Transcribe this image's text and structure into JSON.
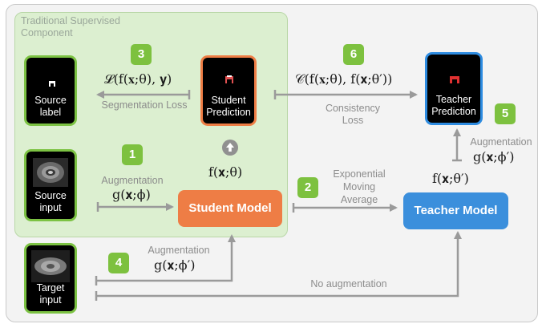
{
  "colors": {
    "green_accent": "#7dc13f",
    "green_region": "#dcefd0",
    "student_orange": "#ee7d45",
    "teacher_blue": "#3b8fdc",
    "arrow_gray": "#9a9a9a"
  },
  "region": {
    "title": "Traditional Supervised Component"
  },
  "tiles": {
    "source_label": "Source label",
    "student_prediction": "Student Prediction",
    "teacher_prediction": "Teacher Prediction",
    "source_input": "Source input",
    "target_input": "Target input"
  },
  "badges": [
    "1",
    "2",
    "3",
    "4",
    "5",
    "6"
  ],
  "models": {
    "student": "Student Model",
    "teacher": "Teacher Model"
  },
  "labels": {
    "segmentation_loss": "Segmentation Loss",
    "consistency_loss": "Consistency Loss",
    "augmentation_1": "Augmentation",
    "augmentation_4": "Augmentation",
    "augmentation_5": "Augmentation",
    "ema": "Exponential Moving Average",
    "no_augmentation": "No augmentation"
  },
  "formulas": {
    "seg_loss": "𝓛(f(𝐱;θ), 𝐲)",
    "consistency": "𝒞(f(𝐱;θ), f(𝐱;θ′))",
    "aug_phi": "g(𝐱;ϕ)",
    "aug_phi_prime_target": "g(𝐱;ϕ′)",
    "aug_phi_prime_teacher": "g(𝐱;ϕ′)",
    "student_output": "f(𝐱;θ)",
    "teacher_output": "f(𝐱;θ′)"
  },
  "icons": {
    "up_arrow": "circle-up-arrow-icon"
  }
}
